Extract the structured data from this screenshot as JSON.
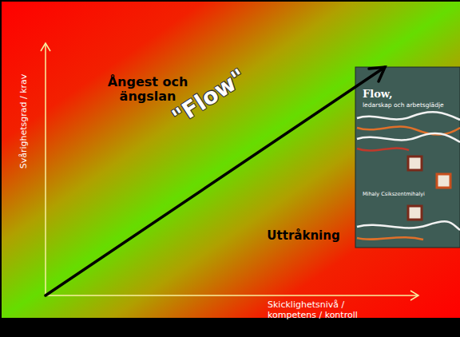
{
  "diagram": {
    "labels": [
      "Svårighetsgrad / krav",
      "Ångest och ängslan",
      "\"Flow\"",
      "Uttråkning",
      "Skicklighetsnivå / kompetens / kontroll",
      "Flow,",
      "ledarskap och arbetsglädje",
      "Mihaly Csikszentmihalyi"
    ]
  }
}
